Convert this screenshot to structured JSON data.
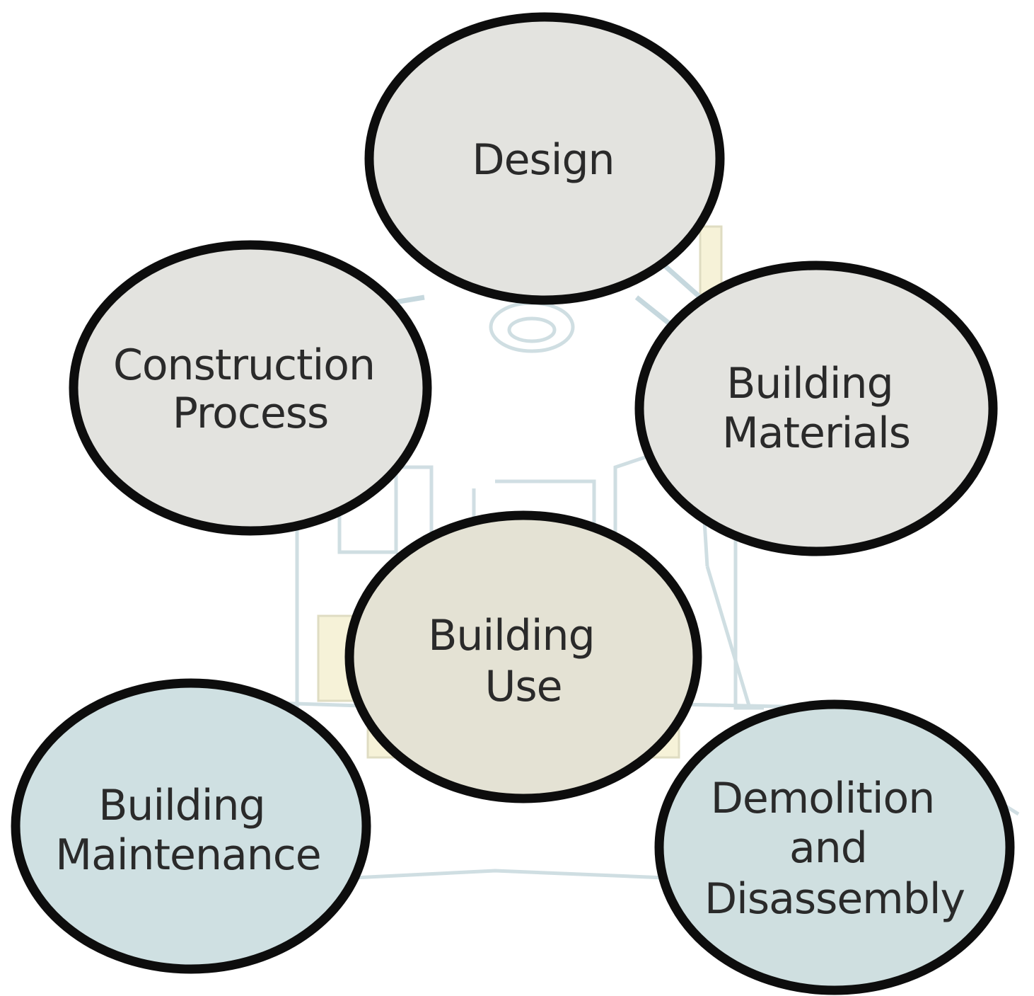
{
  "diagram": {
    "nodes": [
      {
        "id": "design",
        "lines": [
          "Design"
        ],
        "fill": "#e3e3df"
      },
      {
        "id": "building-materials",
        "lines": [
          "Building",
          "Materials"
        ],
        "fill": "#e3e3df"
      },
      {
        "id": "building-use",
        "lines": [
          "Building",
          "Use"
        ],
        "fill": "#e4e2d4"
      },
      {
        "id": "demolition-and-disassembly",
        "lines": [
          "Demolition",
          "and",
          "Disassembly"
        ],
        "fill": "#cfdfe0"
      },
      {
        "id": "building-maintenance",
        "lines": [
          "Building",
          "Maintenance"
        ],
        "fill": "#cfe0e2"
      },
      {
        "id": "construction-process",
        "lines": [
          "Construction",
          "Process"
        ],
        "fill": "#e3e3df"
      }
    ],
    "colors": {
      "outline": "#0d0d0d",
      "text": "#2a2a2a",
      "background_sketch": "#b9cfd6",
      "background_yellow": "#f5efcf"
    }
  }
}
